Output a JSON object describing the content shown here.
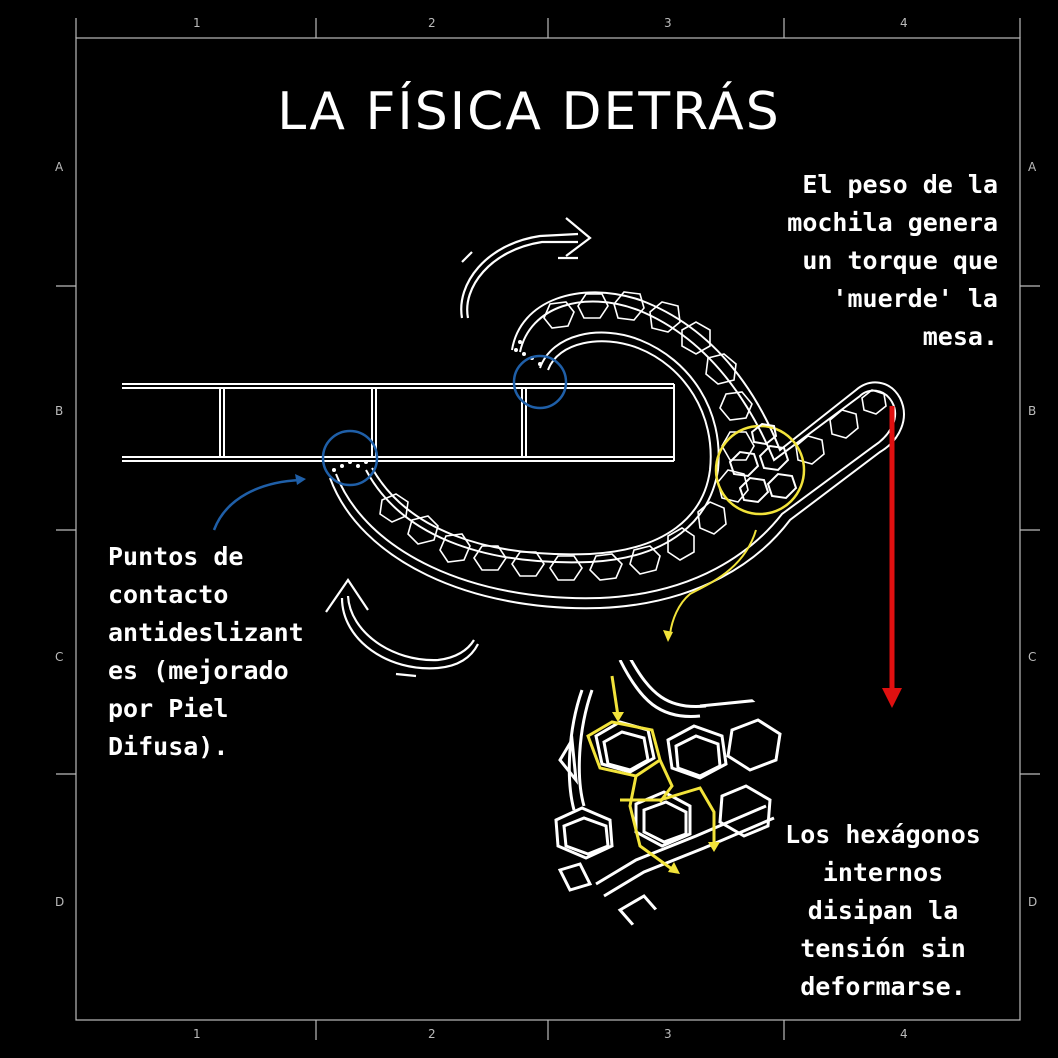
{
  "title": "LA FÍSICA DETRÁS",
  "frame": {
    "columns": [
      "1",
      "2",
      "3",
      "4"
    ],
    "rows": [
      "A",
      "B",
      "C",
      "D"
    ]
  },
  "annotations": {
    "top_right": "El peso de la\nmochila genera\nun torque que\n'muerde' la\nmesa.",
    "left": "Puntos de\ncontacto\nantideslizant\nes (mejorado\npor Piel\nDifusa).",
    "bottom_right": "Los hexágonos\ninternos\ndisipan la\ntensión sin\ndeformarse."
  },
  "colors": {
    "background": "#000000",
    "line": "#ffffff",
    "contact_circles": "#1f5fa8",
    "hex_highlight": "#f2e33a",
    "force_arrow": "#e01010"
  }
}
